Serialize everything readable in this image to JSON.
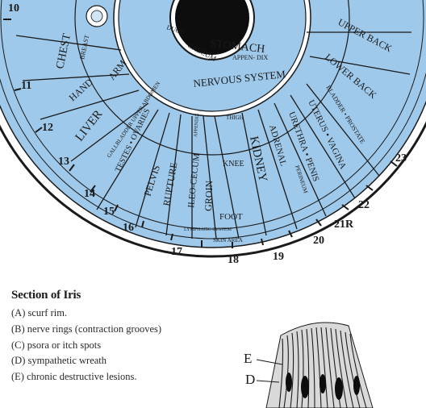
{
  "chart_title": "",
  "colors": {
    "zone_fill": "#9fc9ea",
    "zone_stroke": "#1a1a1a",
    "text": "#1a1a1a",
    "pupil": "#0d0d0d"
  },
  "clock_numbers": [
    "10",
    "11",
    "12",
    "13",
    "14",
    "15",
    "16",
    "17",
    "18",
    "19",
    "20",
    "21R",
    "22",
    "23"
  ],
  "zone_labels": {
    "chest": "CHEST",
    "breast": "BREAST",
    "arm": "ARM",
    "hand": "HAND",
    "liver": "LIVER",
    "gallbladder_upper_abdomen": "GALLBLADDER UPPER ABDOMEN",
    "testes_ovaries": "TESTES • OVARIES",
    "pelvis": "PELVIS",
    "rupture": "RUPTURE",
    "ileo_cecum": "ILEO-CECUM",
    "groin": "GROIN",
    "appendix": "APPENDIX",
    "knee": "KNEE",
    "thigh": "THIGH",
    "foot": "FOOT",
    "kidney": "KIDNEY",
    "adrenal": "ADRENAL",
    "urethra_penis": "URETHRA • PENIS",
    "uterus_vagina": "UTERUS • VAGINA",
    "bladder_prostate": "BLADDER • PROSTATE",
    "upper_back": "UPPER BACK",
    "lower_back": "LOWER BACK",
    "perineum": "PERINEUM",
    "stomach": "STOMACH",
    "caecum": "CAECUM",
    "appendix_inner": "APPEN- DIX",
    "duodenum": "DUOD.",
    "nervous_system": "NERVOUS SYSTEM",
    "lymphatic_system": "LYMPHATIC SYSTEM",
    "skin_area": "SKIN AREA"
  },
  "legend": {
    "title": "Section of Iris",
    "items": [
      "(A) scurf rim.",
      "(B) nerve rings (contraction grooves)",
      "(C) psora or itch spots",
      "(D) sympathetic wreath",
      "(E) chronic destructive lesions."
    ]
  },
  "section_labels": {
    "e": "E",
    "d": "D"
  }
}
